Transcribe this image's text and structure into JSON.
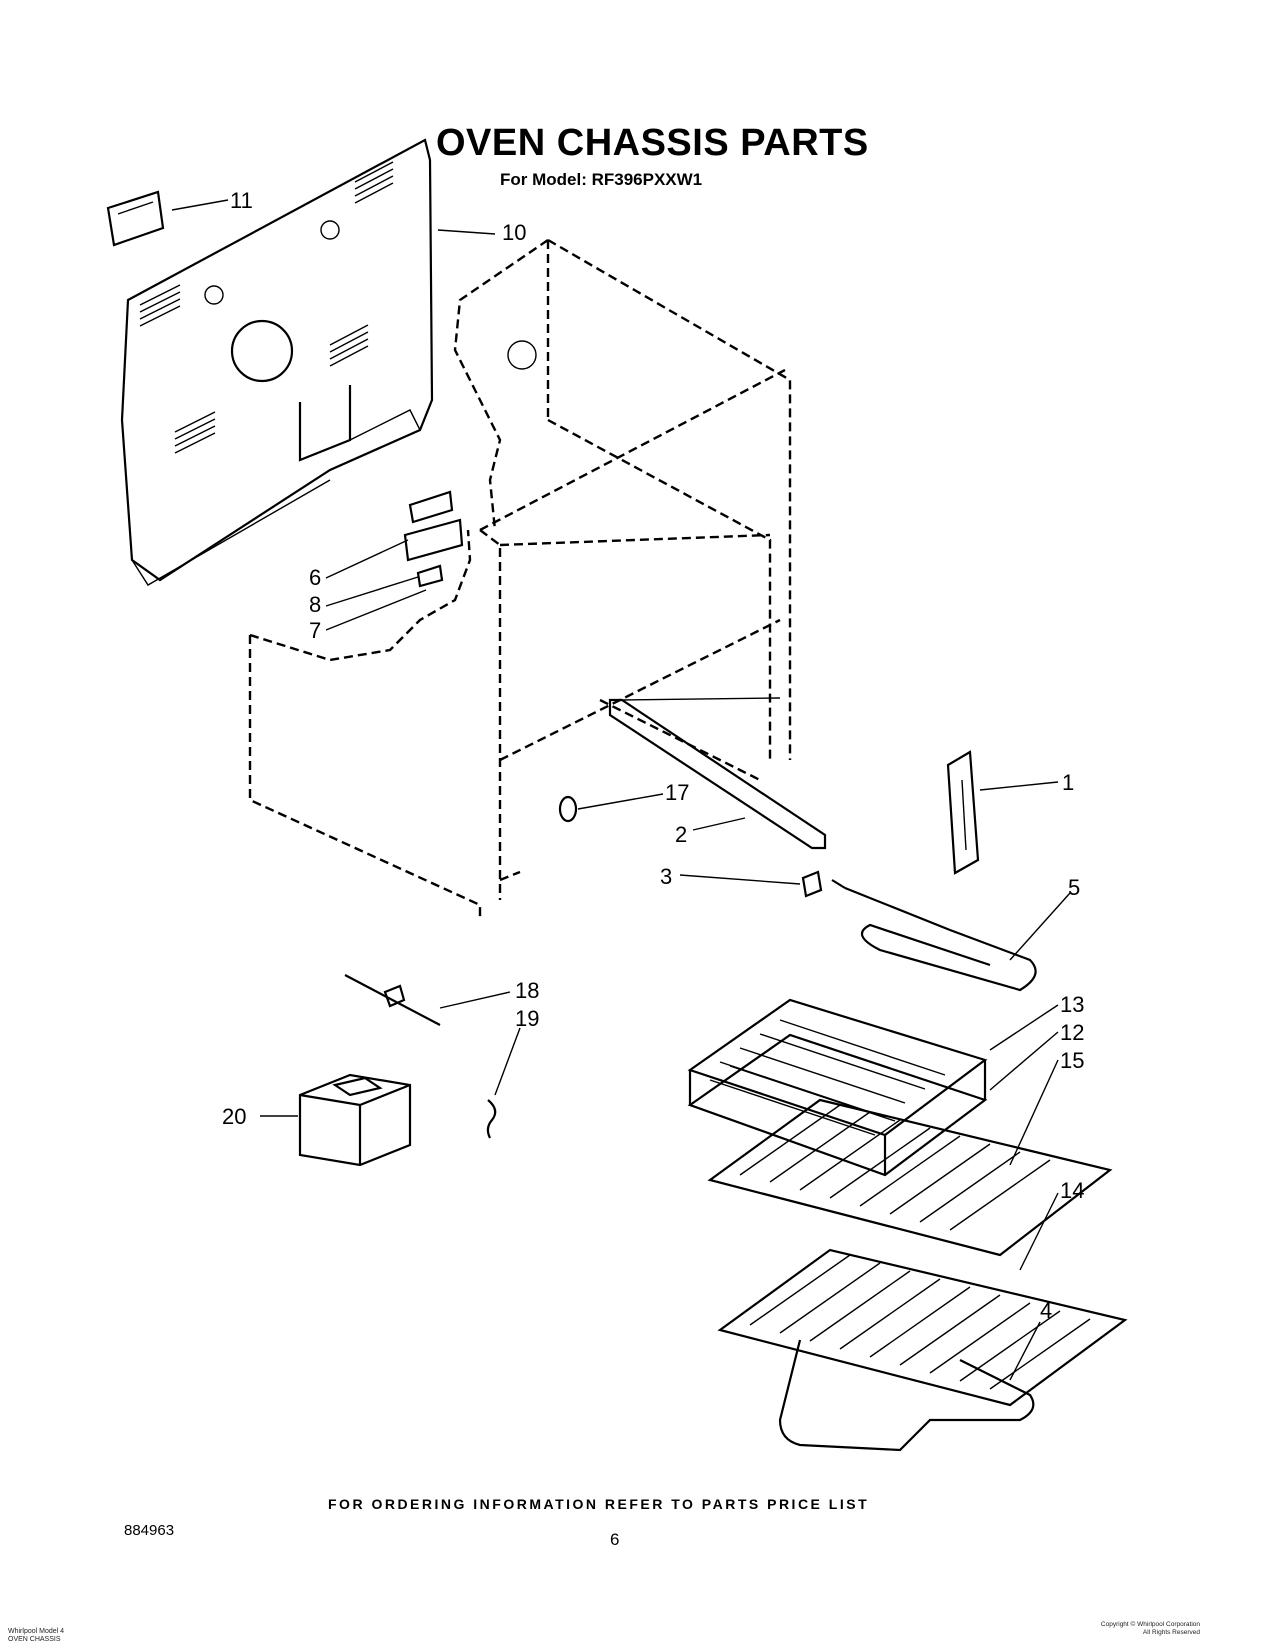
{
  "title": "OVEN CHASSIS PARTS",
  "subtitle": "For Model: RF396PXXW1",
  "ordering_note": "FOR ORDERING INFORMATION REFER TO PARTS PRICE LIST",
  "doc_number": "884963",
  "page_number": "6",
  "footer_left": [
    "Whirlpool Model    4",
    "OVEN CHASSIS"
  ],
  "footer_right": [
    "Copyright © Whirlpool Corporation",
    "All Rights Reserved"
  ],
  "callouts": {
    "c1": "1",
    "c2": "2",
    "c3": "3",
    "c4": "4",
    "c5": "5",
    "c6": "6",
    "c7": "7",
    "c8": "8",
    "c10": "10",
    "c11": "11",
    "c12": "12",
    "c13": "13",
    "c14": "14",
    "c15": "15",
    "c17": "17",
    "c18": "18",
    "c19": "19",
    "c20": "20"
  }
}
